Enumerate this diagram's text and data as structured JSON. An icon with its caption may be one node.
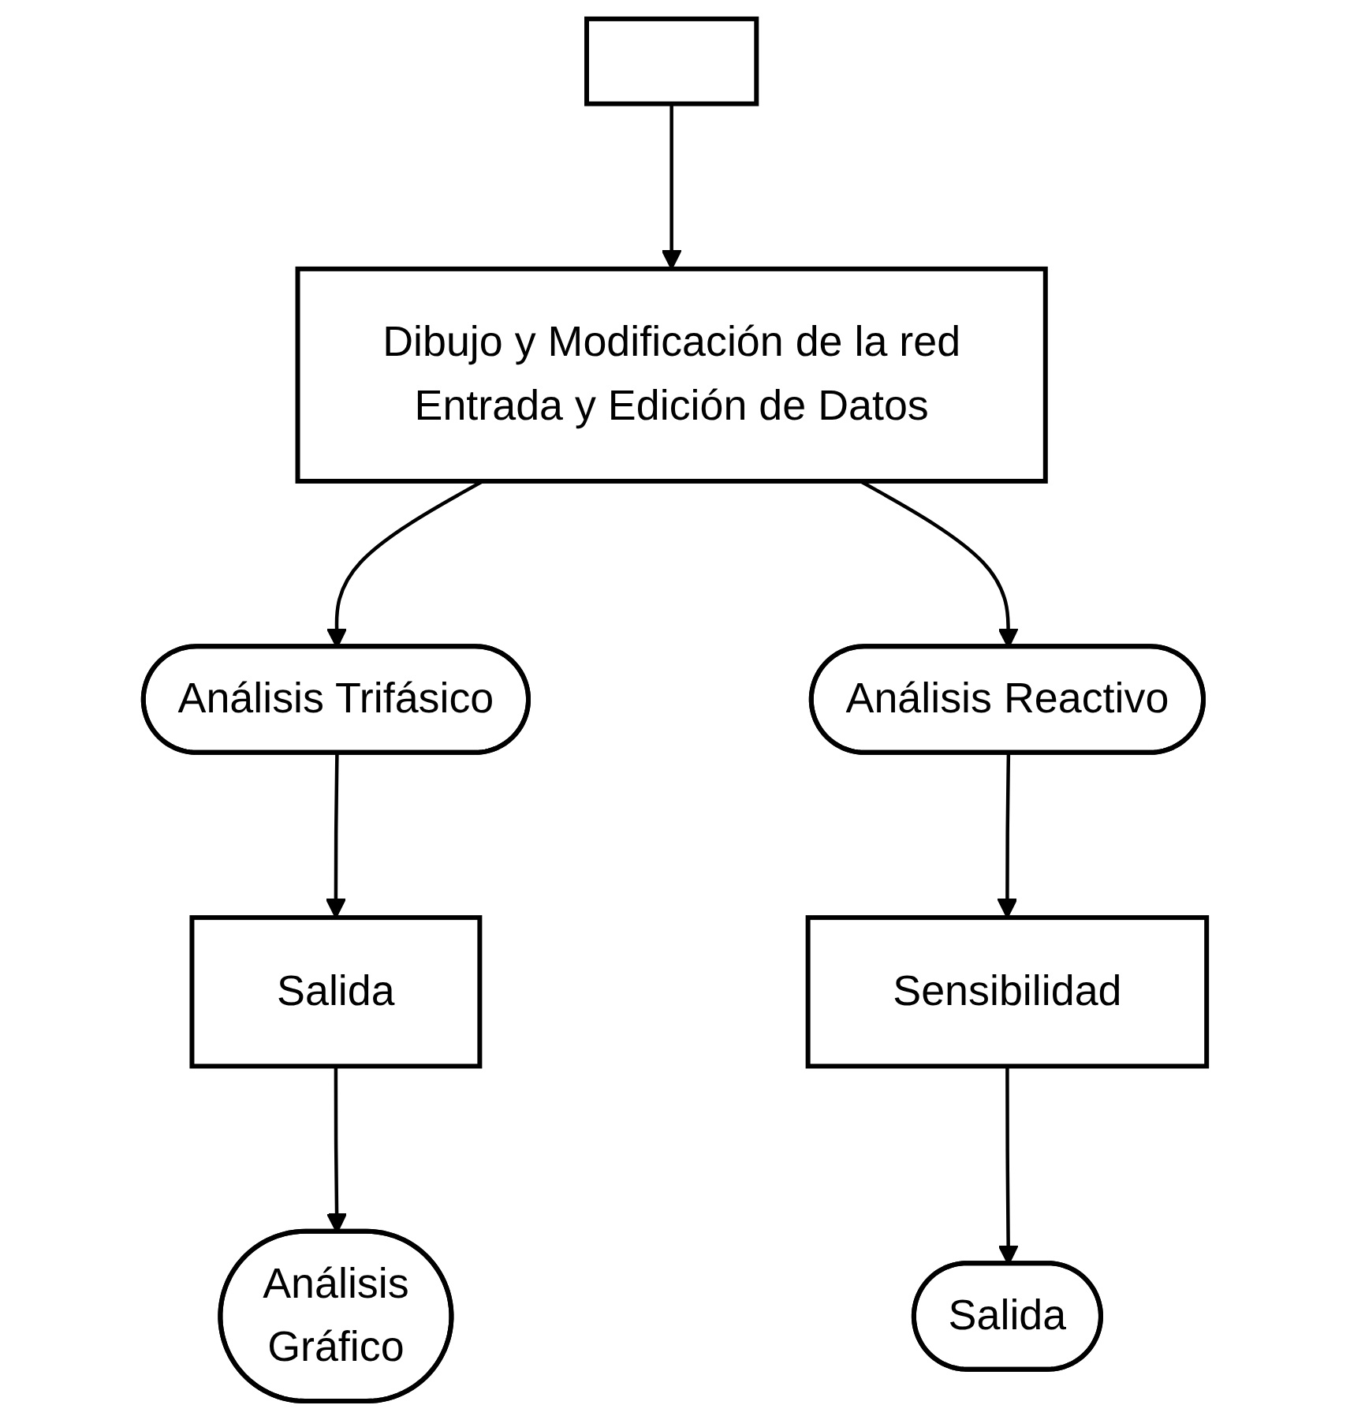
{
  "diagram": {
    "nodes": [
      {
        "text": [],
        "shape": "box"
      },
      {
        "text": [
          "Dibujo y Modificación de la red Entrada y Edición de Datos"
        ]
      },
      {
        "text": [
          "Análisis Trifásico"
        ]
      },
      {
        "text": [
          "Análisis Reactivo"
        ]
      },
      {
        "text": [
          "Salida"
        ]
      },
      {
        "text": [
          "Sensibilidad"
        ]
      },
      {
        "text": [
          "Análisis Gráfico"
        ]
      },
      {
        "text": [
          "Salida"
        ]
      }
    ],
    "edges": [
      {
        "from": 0,
        "to": 1,
        "arrow": "to"
      },
      {
        "from": 1,
        "to": 2,
        "arrow": "to"
      },
      {
        "from": 1,
        "to": 3,
        "arrow": "to"
      },
      {
        "from": 2,
        "to": 4,
        "arrow": "to"
      },
      {
        "from": 3,
        "to": 5,
        "arrow": "to"
      },
      {
        "from": 4,
        "to": 6,
        "arrow": "to"
      },
      {
        "from": 5,
        "to": 7,
        "arrow": "to"
      }
    ]
  }
}
